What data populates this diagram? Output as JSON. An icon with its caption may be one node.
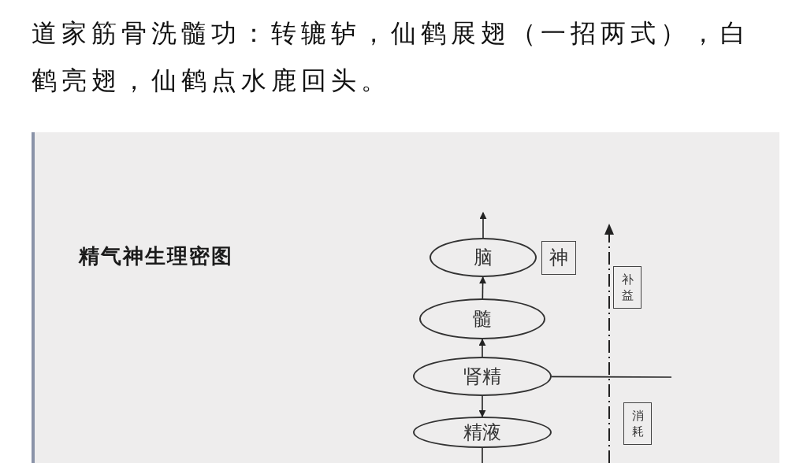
{
  "diagram": {
    "title": "道家筋骨洗髓功：转辘轳，仙鹤展翅（一招两式），白鹤亮翅，仙鹤点水鹿回头。",
    "nodes": [
      {
        "text": [
          "脑"
        ]
      },
      {
        "text": [
          "髓"
        ]
      },
      {
        "text": [
          "肾精"
        ]
      },
      {
        "text": [
          "精液"
        ]
      },
      {
        "text": [
          "神"
        ]
      },
      {
        "text": [
          "补益"
        ]
      },
      {
        "text": [
          "消耗"
        ]
      }
    ],
    "edges": [
      {
        "from": 1,
        "to": 0,
        "arrow": "to"
      },
      {
        "from": 2,
        "to": 1,
        "arrow": "to"
      },
      {
        "from": 2,
        "to": 3,
        "arrow": "to"
      },
      {
        "from": 0,
        "to": null,
        "arrow": "to"
      },
      {
        "from": 3,
        "to": null,
        "arrow": "none"
      },
      {
        "from": 2,
        "to": null,
        "arrow": "none"
      }
    ],
    "labels": [
      "精气神生理密图"
    ]
  }
}
